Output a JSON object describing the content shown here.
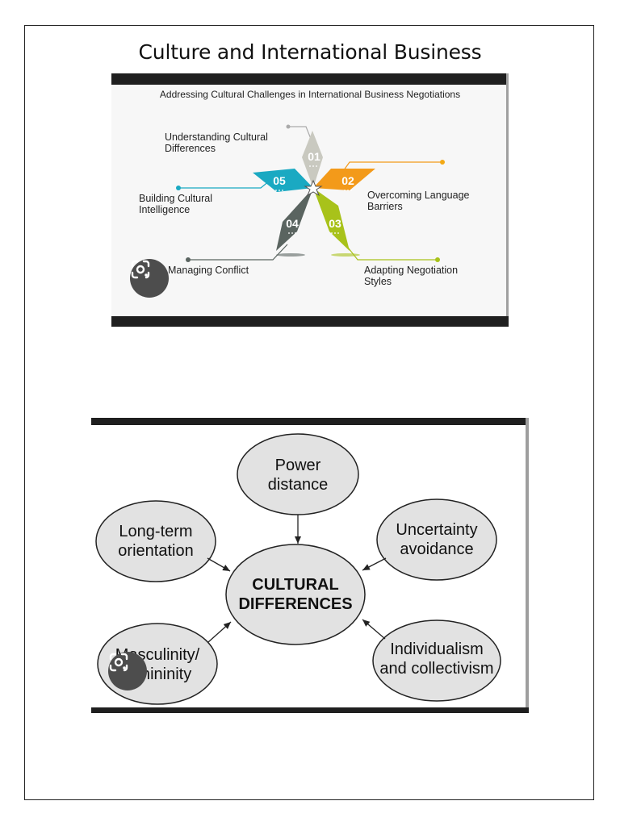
{
  "page": {
    "title": "Culture and International Business"
  },
  "infographic": {
    "heading": "Addressing Cultural Challenges in International Business Negotiations",
    "items": [
      {
        "number": "01",
        "label_line1": "Understanding Cultural",
        "label_line2": "Differences",
        "color": "#c9c9c0"
      },
      {
        "number": "02",
        "label_line1": "Overcoming Language",
        "label_line2": "Barriers",
        "color": "#f39a1a"
      },
      {
        "number": "03",
        "label_line1": "Adapting Negotiation",
        "label_line2": "Styles",
        "color": "#a8c21a"
      },
      {
        "number": "04",
        "label_line1": "Managing Conflict",
        "label_line2": "",
        "color": "#5a6460"
      },
      {
        "number": "05",
        "label_line1": "Building Cultural",
        "label_line2": "Intelligence",
        "color": "#1aa9c2"
      }
    ],
    "lens_icon": "google-lens-icon"
  },
  "diagram": {
    "center_line1": "CULTURAL",
    "center_line2": "DIFFERENCES",
    "nodes": [
      {
        "line1": "Power",
        "line2": "distance"
      },
      {
        "line1": "Uncertainty",
        "line2": "avoidance"
      },
      {
        "line1": "Individualism",
        "line2": "and collectivism"
      },
      {
        "line1": "Masculinity/",
        "line2": "femininity"
      },
      {
        "line1": "Long-term",
        "line2": "orientation"
      }
    ],
    "ellipse_fill": "#e2e2e2",
    "lens_icon": "google-lens-icon"
  }
}
